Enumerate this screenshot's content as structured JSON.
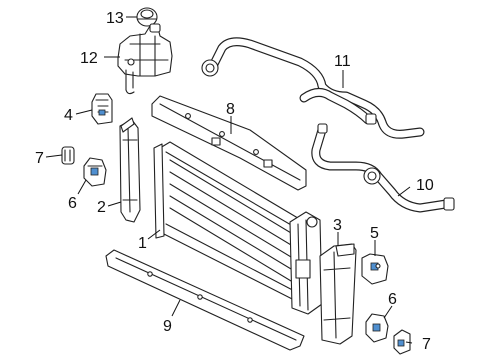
{
  "callouts": {
    "c1": "1",
    "c2": "2",
    "c3": "3",
    "c4": "4",
    "c5": "5",
    "c6a": "6",
    "c6b": "6",
    "c7a": "7",
    "c7b": "7",
    "c8": "8",
    "c9": "9",
    "c10": "10",
    "c11": "11",
    "c12": "12",
    "c13": "13"
  },
  "colors": {
    "accent": "#4f8fd0",
    "ink": "#222222"
  }
}
